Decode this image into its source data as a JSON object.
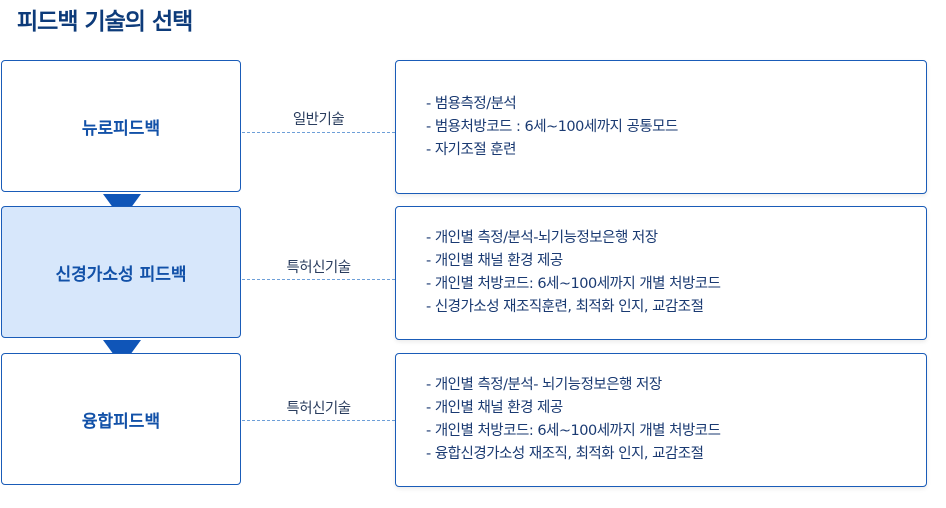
{
  "title": "피드백 기술의 선택",
  "rows": [
    {
      "name": "뉴로피드백",
      "connector": "일반기술",
      "items": [
        "- 범용측정/분석",
        "- 범용처방코드 : 6세~100세까지 공통모드",
        "- 자기조절 훈련"
      ]
    },
    {
      "name": "신경가소성 피드백",
      "connector": "특허신기술",
      "items": [
        "- 개인별 측정/분석-뇌기능정보은행 저장",
        "- 개인별 채널 환경 제공",
        "- 개인별 처방코드: 6세~100세까지 개별 처방코드",
        "- 신경가소성 재조직훈련, 최적화 인지, 교감조절"
      ]
    },
    {
      "name": "융합피드백",
      "connector": "특허신기술",
      "items": [
        "-  개인별 측정/분석- 뇌기능정보은행 저장",
        "- 개인별 채널 환경 제공",
        "- 개인별 처방코드: 6세~100세까지 개별 처방코드",
        "- 융합신경가소성 재조직, 최적화 인지, 교감조절"
      ]
    }
  ]
}
